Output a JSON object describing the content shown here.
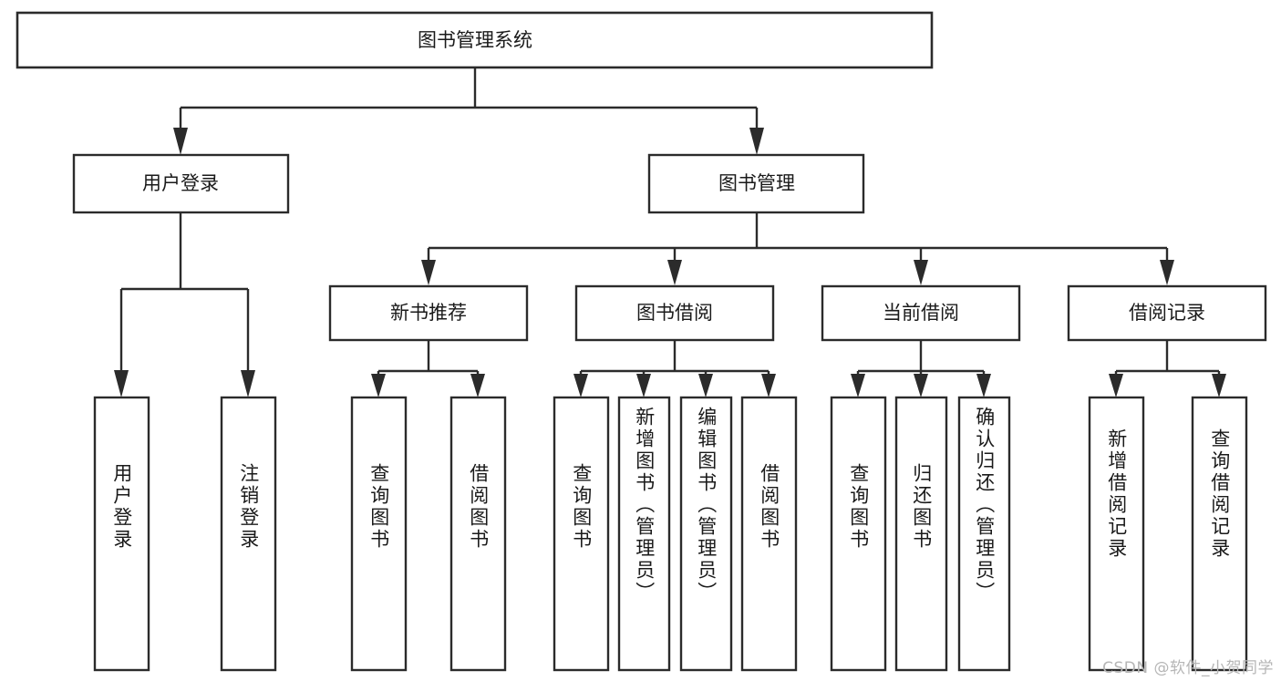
{
  "diagram": {
    "title": "图书管理系统",
    "type": "tree-hierarchy",
    "orientation": "top-down",
    "colors": {
      "box_stroke": "#2b2b2b",
      "box_fill": "#ffffff",
      "connector": "#2b2b2b",
      "text": "#1a1a1a",
      "background": "#ffffff",
      "watermark": "#b6b6b6"
    },
    "levels": {
      "root": "图书管理系统",
      "level2": [
        "用户登录",
        "图书管理"
      ],
      "level3": [
        "新书推荐",
        "图书借阅",
        "当前借阅",
        "借阅记录"
      ]
    }
  },
  "nodes": {
    "root": {
      "label": "图书管理系统"
    },
    "level2": [
      {
        "id": "user-login",
        "label": "用户登录"
      },
      {
        "id": "book-management",
        "label": "图书管理"
      }
    ],
    "level3": [
      {
        "id": "new-book-recommend",
        "label": "新书推荐"
      },
      {
        "id": "book-borrow",
        "label": "图书借阅"
      },
      {
        "id": "current-borrow",
        "label": "当前借阅"
      },
      {
        "id": "borrow-record",
        "label": "借阅记录"
      }
    ],
    "leaves": [
      {
        "id": "leaf-user-login",
        "label": "用户登录",
        "parent": "用户登录"
      },
      {
        "id": "leaf-user-logout",
        "label": "注销登录",
        "parent": "用户登录"
      },
      {
        "id": "leaf-query-book-1",
        "label": "查询图书",
        "parent": "新书推荐"
      },
      {
        "id": "leaf-borrow-book-1",
        "label": "借阅图书",
        "parent": "新书推荐"
      },
      {
        "id": "leaf-query-book-2",
        "label": "查询图书",
        "parent": "图书借阅"
      },
      {
        "id": "leaf-add-book",
        "label": "新增图书（管理员）",
        "parent": "图书借阅"
      },
      {
        "id": "leaf-edit-book",
        "label": "编辑图书（管理员）",
        "parent": "图书借阅"
      },
      {
        "id": "leaf-borrow-book-2",
        "label": "借阅图书",
        "parent": "图书借阅"
      },
      {
        "id": "leaf-query-book-3",
        "label": "查询图书",
        "parent": "当前借阅"
      },
      {
        "id": "leaf-return-book",
        "label": "归还图书",
        "parent": "当前借阅"
      },
      {
        "id": "leaf-confirm-return",
        "label": "确认归还（管理员）",
        "parent": "当前借阅"
      },
      {
        "id": "leaf-add-record",
        "label": "新增借阅记录",
        "parent": "借阅记录"
      },
      {
        "id": "leaf-query-record",
        "label": "查询借阅记录",
        "parent": "借阅记录"
      }
    ]
  },
  "watermark": {
    "text": "CSDN @软件_小贺同学"
  }
}
